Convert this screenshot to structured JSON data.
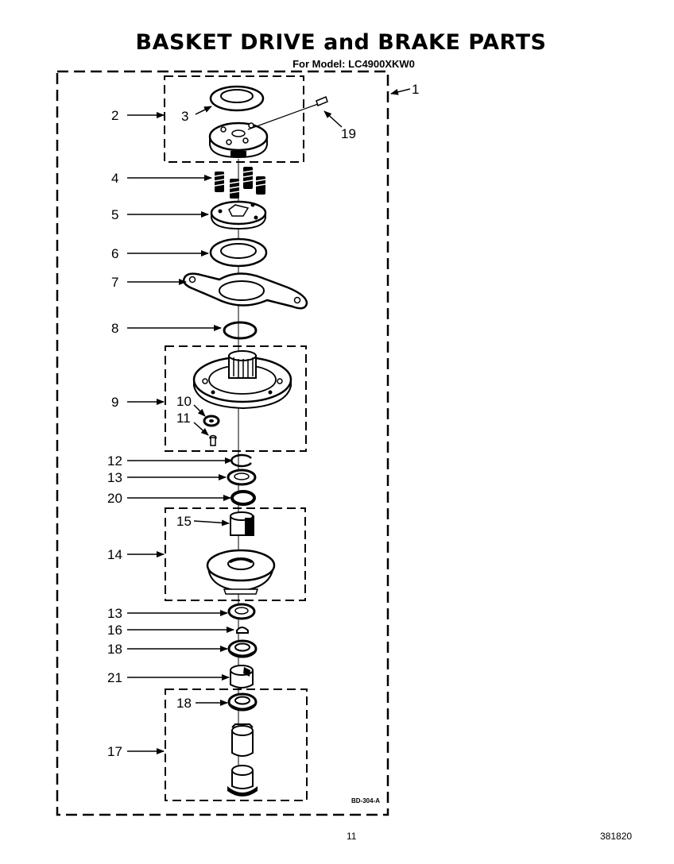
{
  "title": "BASKET DRIVE and BRAKE PARTS",
  "subtitle": "For Model: LC4900XKW0",
  "diagram_code": "BD-304-A",
  "page_number": "11",
  "document_number": "381820",
  "callouts": {
    "c1": "1",
    "c2": "2",
    "c3": "3",
    "c19": "19",
    "c4": "4",
    "c5": "5",
    "c6": "6",
    "c7": "7",
    "c8": "8",
    "c9": "9",
    "c10": "10",
    "c11": "11",
    "c12": "12",
    "c13a": "13",
    "c20": "20",
    "c15": "15",
    "c14": "14",
    "c13b": "13",
    "c16": "16",
    "c18a": "18",
    "c21": "21",
    "c18b": "18",
    "c17": "17"
  }
}
